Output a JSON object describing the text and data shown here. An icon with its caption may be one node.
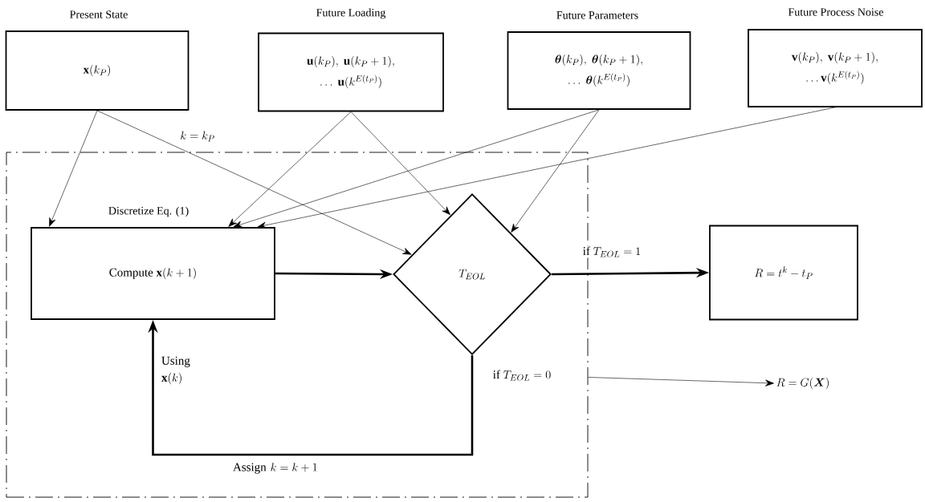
{
  "diagram": {
    "nodes": [
      {
        "text": [
          "Present State",
          "\\mathbf{x}(k_P)"
        ]
      },
      {
        "text": [
          "Future Loading",
          "\\mathbf{u}(k_P),\\ \\mathbf{u}(k_P+1),\\allowbreak\\ \\ldots\\ \\mathbf{u}(k^{E(t_P)})"
        ]
      },
      {
        "text": [
          "Future Parameters",
          "\\boldsymbol{\\theta}(k_P),\\ \\boldsymbol{\\theta}(k_P+1),\\allowbreak\\ \\ldots\\ \\boldsymbol{\\theta}(k^{E(t_P)})"
        ]
      },
      {
        "text": [
          "Future Process Noise",
          "\\mathbf{v}(k_P),\\ \\mathbf{v}(k_P+1),\\allowbreak\\ \\ldots\\mathbf{v}(k^{E(t_P)})"
        ]
      },
      {
        "text": [],
        "shape": "box"
      },
      {
        "text": [
          "Discretize Eq. (1)",
          "\\text{Compute }\\mathbf{x}(k+1)"
        ],
        "in": 4
      },
      {
        "text": [
          "T_{EOL}"
        ],
        "in": 4
      },
      {
        "text": [
          "R=t^k-t_P"
        ]
      },
      {
        "text": [
          "R=G(\\boldsymbol{X})"
        ]
      }
    ],
    "edges": [
      {
        "from": 0,
        "to": 5,
        "arrow": "to"
      },
      {
        "from": 0,
        "to": 6,
        "arrow": "to",
        "label": "k=k_P"
      },
      {
        "from": 1,
        "to": 5,
        "arrow": "to"
      },
      {
        "from": 1,
        "to": 6,
        "arrow": "to"
      },
      {
        "from": 2,
        "to": 5,
        "arrow": "to"
      },
      {
        "from": 2,
        "to": 6,
        "arrow": "to"
      },
      {
        "from": 3,
        "to": 5,
        "arrow": "to"
      },
      {
        "from": 5,
        "to": 6,
        "arrow": "to",
        "style": "thick"
      },
      {
        "from": 6,
        "to": 7,
        "arrow": "to",
        "style": "thick",
        "label": "\\text{if }T_{EOL}=1"
      },
      {
        "from": 6,
        "to": 5,
        "arrow": "to",
        "style": "thick",
        "label": "\\text{if }T_{EOL}=0"
      },
      {
        "from": 4,
        "to": 8,
        "arrow": "to"
      }
    ],
    "labels": [
      "\\text{Using}\\allowbreak\\ \\mathbf{x}(k)",
      "\\text{Assign }k=k+1"
    ]
  }
}
